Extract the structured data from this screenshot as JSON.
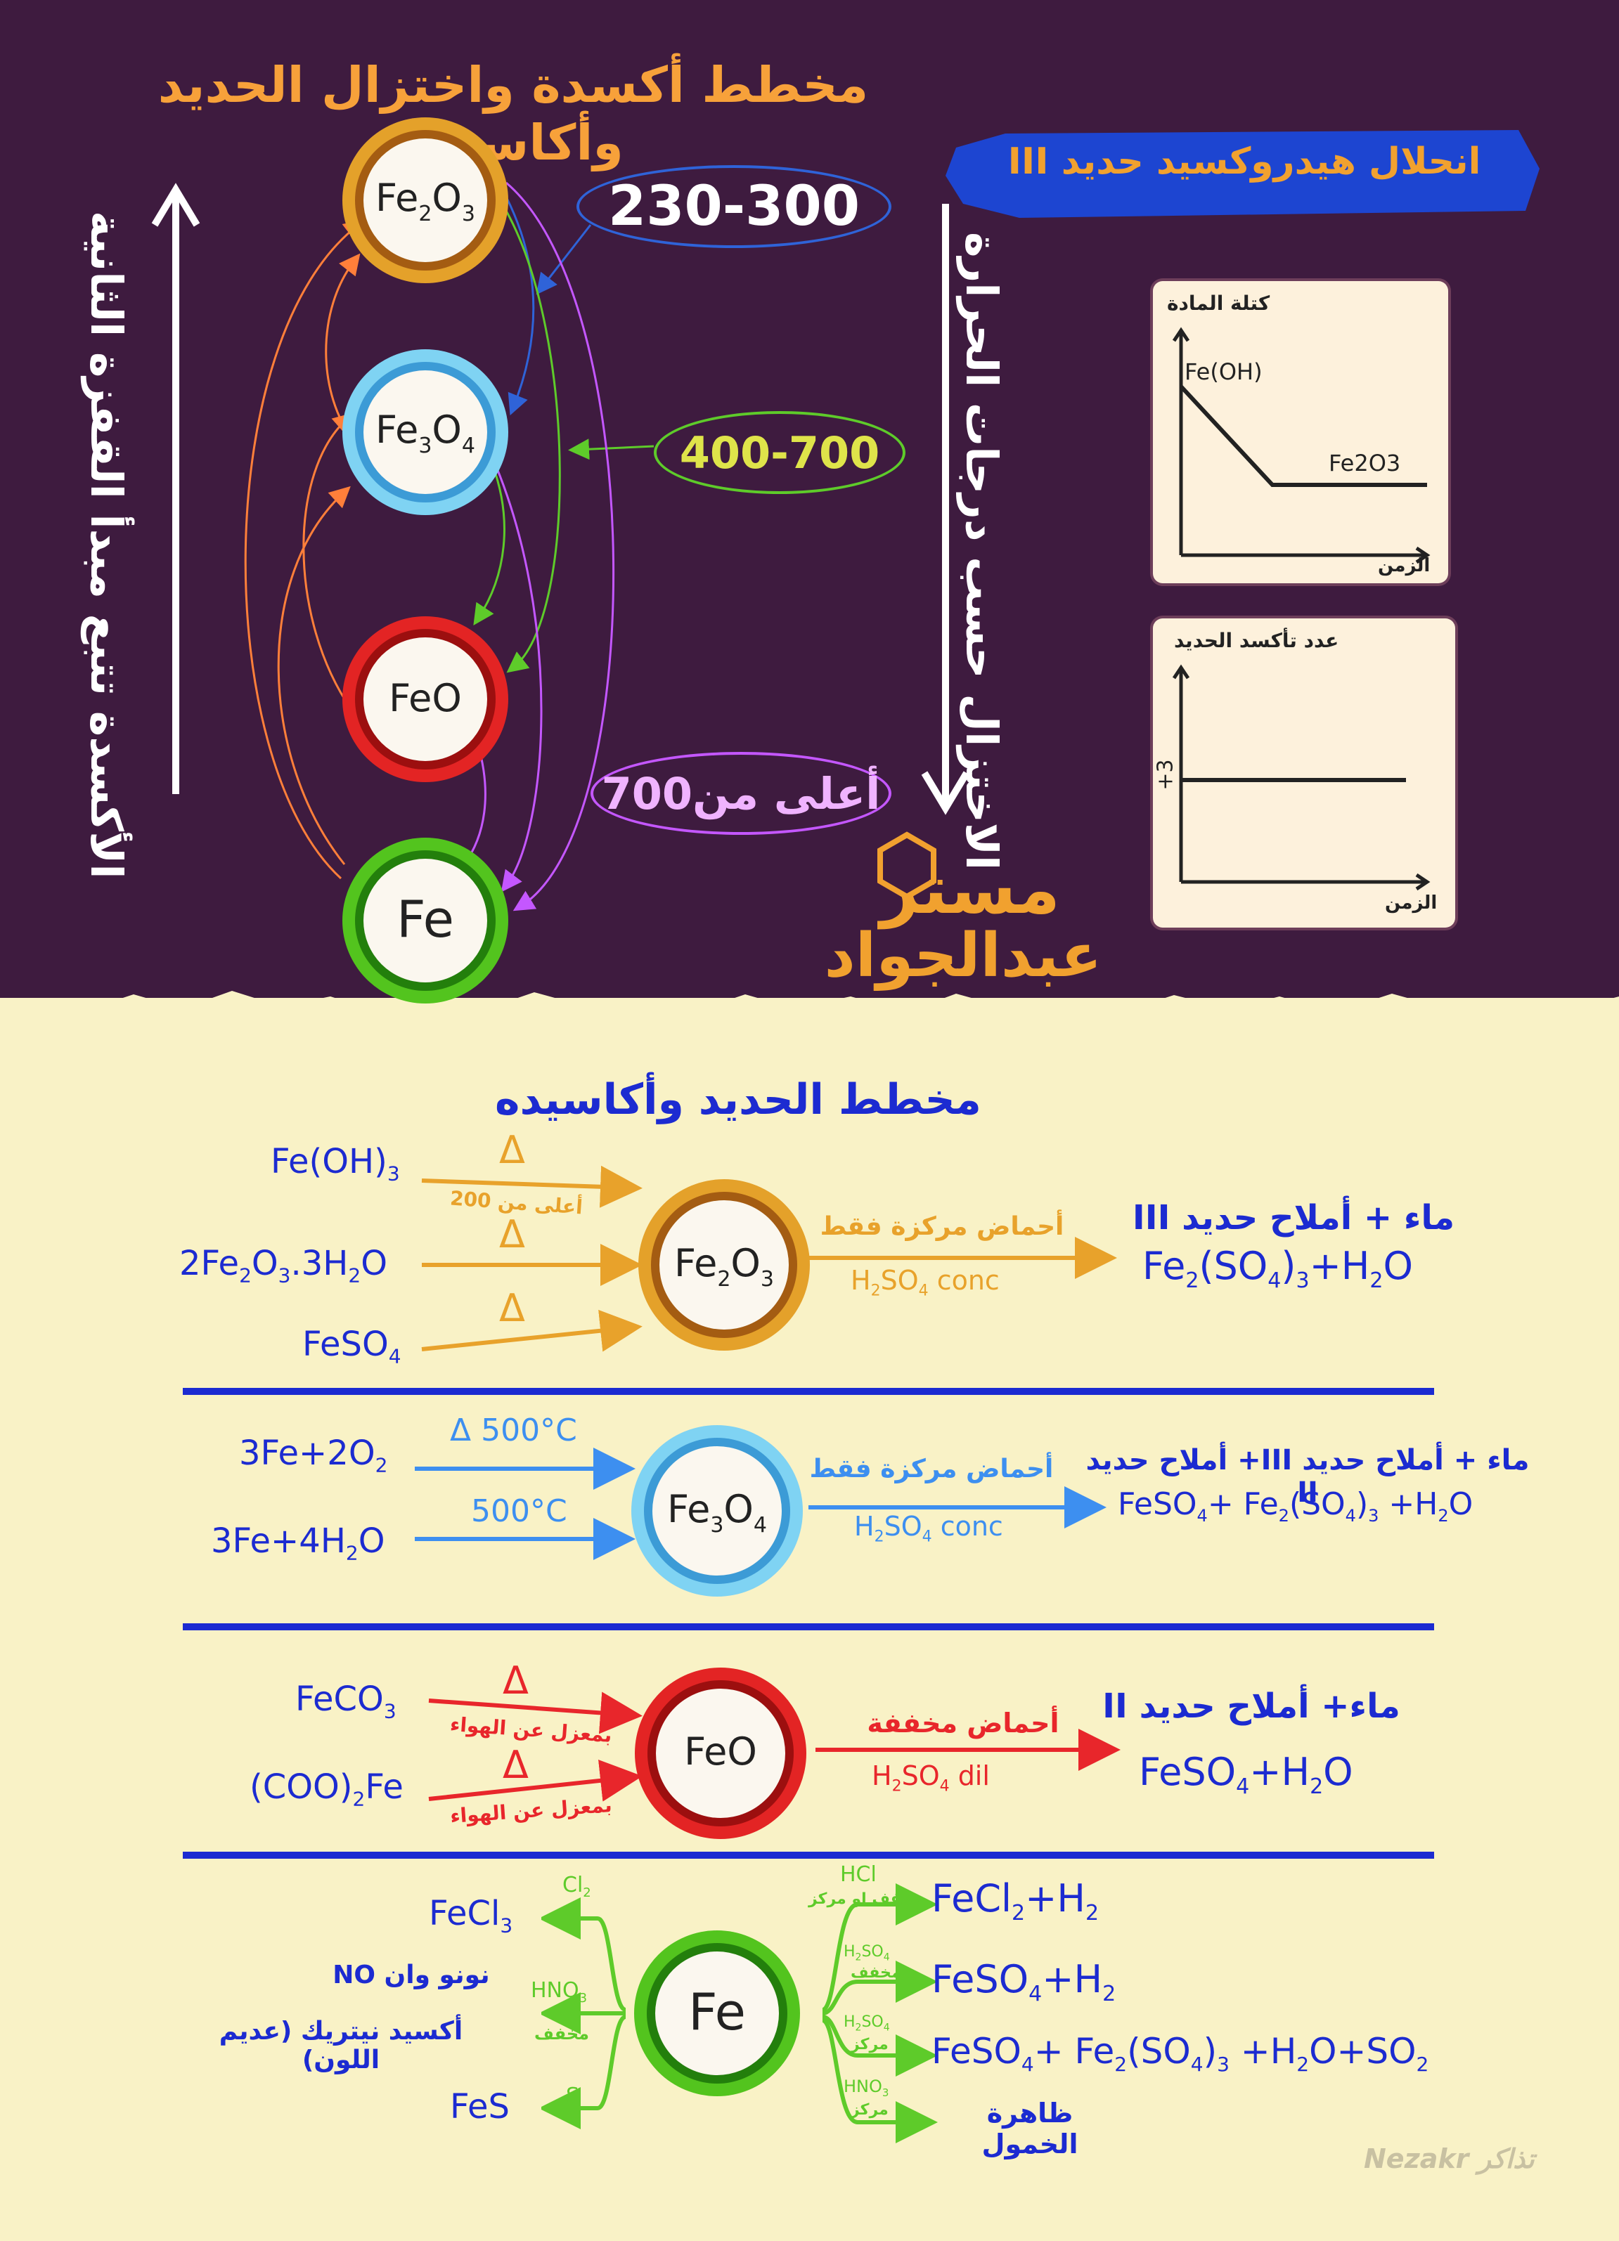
{
  "top": {
    "title": "مخطط أكسدة واختزال الحديد وأكاسيده",
    "oxidation_label": "الأكسدة تتبع مبدأ القفزة الثانية",
    "reduction_label": "الاختزال حسب درجات الحرارة",
    "temp_1": "230-300",
    "temp_2": "400-700",
    "temp_3": "أعلى من700",
    "nodes": [
      "Fe2O3",
      "Fe3O4",
      "FeO",
      "Fe"
    ],
    "decomposition": {
      "title": "انحلال هيدروكسيد حديد III",
      "graph1": {
        "ylabel": "كتلة المادة",
        "start_label": "Fe(OH)",
        "end_label": "Fe2O3",
        "xlabel": "الزمن"
      },
      "graph2": {
        "ylabel": "عدد تأكسد الحديد",
        "value_label": "+3",
        "xlabel": "الزمن"
      }
    },
    "author": {
      "line1": "مستر",
      "line2": "عبدالجواد"
    }
  },
  "bottom": {
    "title": "مخطط الحديد وأكاسيده",
    "fe2o3": {
      "inputs": [
        "Fe(OH)3",
        "2Fe2O3.3H2O",
        "FeSO4"
      ],
      "cond_1": "أعلى من 200",
      "delta": "Δ",
      "acid": "أحماض مركزة فقط",
      "acid_formula": "H2SO4 conc",
      "product_title": "ماء + أملاح حديد III",
      "product": "Fe2(SO4)3+H2O"
    },
    "fe3o4": {
      "inputs": [
        "3Fe+2O2",
        "3Fe+4H2O"
      ],
      "cond": "500°C",
      "acid": "أحماض مركزة فقط",
      "acid_formula": "H2SO4 conc",
      "product_title": "ماء + أملاح حديد III+ أملاح حديد II",
      "product": "FeSO4+ Fe2(SO4)3 +H2O"
    },
    "feo": {
      "inputs": [
        "FeCO3",
        "(COO)2Fe"
      ],
      "cond": "بمعزل عن الهواء",
      "acid": "أحماض مخففة",
      "acid_formula": "H2SO4 dil",
      "product_title": "ماء+ أملاح حديد II",
      "product": "FeSO4+H2O"
    },
    "fe": {
      "left": [
        {
          "reagent": "Cl2",
          "product": "FeCl3"
        },
        {
          "reagent": "HNO3",
          "note": "مخفف",
          "product_1": "نونو وان NO",
          "product_2": "أكسيد نيتريك (عديم اللون)"
        },
        {
          "reagent": "S",
          "product": "FeS"
        }
      ],
      "right": [
        {
          "reagent": "HCl",
          "note": "مخفف او مركز",
          "product": "FeCl2+H2"
        },
        {
          "reagent": "H2SO4",
          "note": "مخفف",
          "product": "FeSO4+H2"
        },
        {
          "reagent": "H2SO4",
          "note": "مركز",
          "product": "FeSO4+ Fe2(SO4)3 +H2O+SO2"
        },
        {
          "reagent": "HNO3",
          "note": "مركز",
          "product": "ظاهرة الخمول"
        }
      ]
    }
  },
  "watermark": "Nezakr تذاكر",
  "colors": {
    "orange": "#f0a22e",
    "blue": "#2f63d8",
    "red": "#e8262b",
    "green": "#5ecb2a",
    "purple": "#c457ff",
    "navy": "#1c2bd1"
  }
}
